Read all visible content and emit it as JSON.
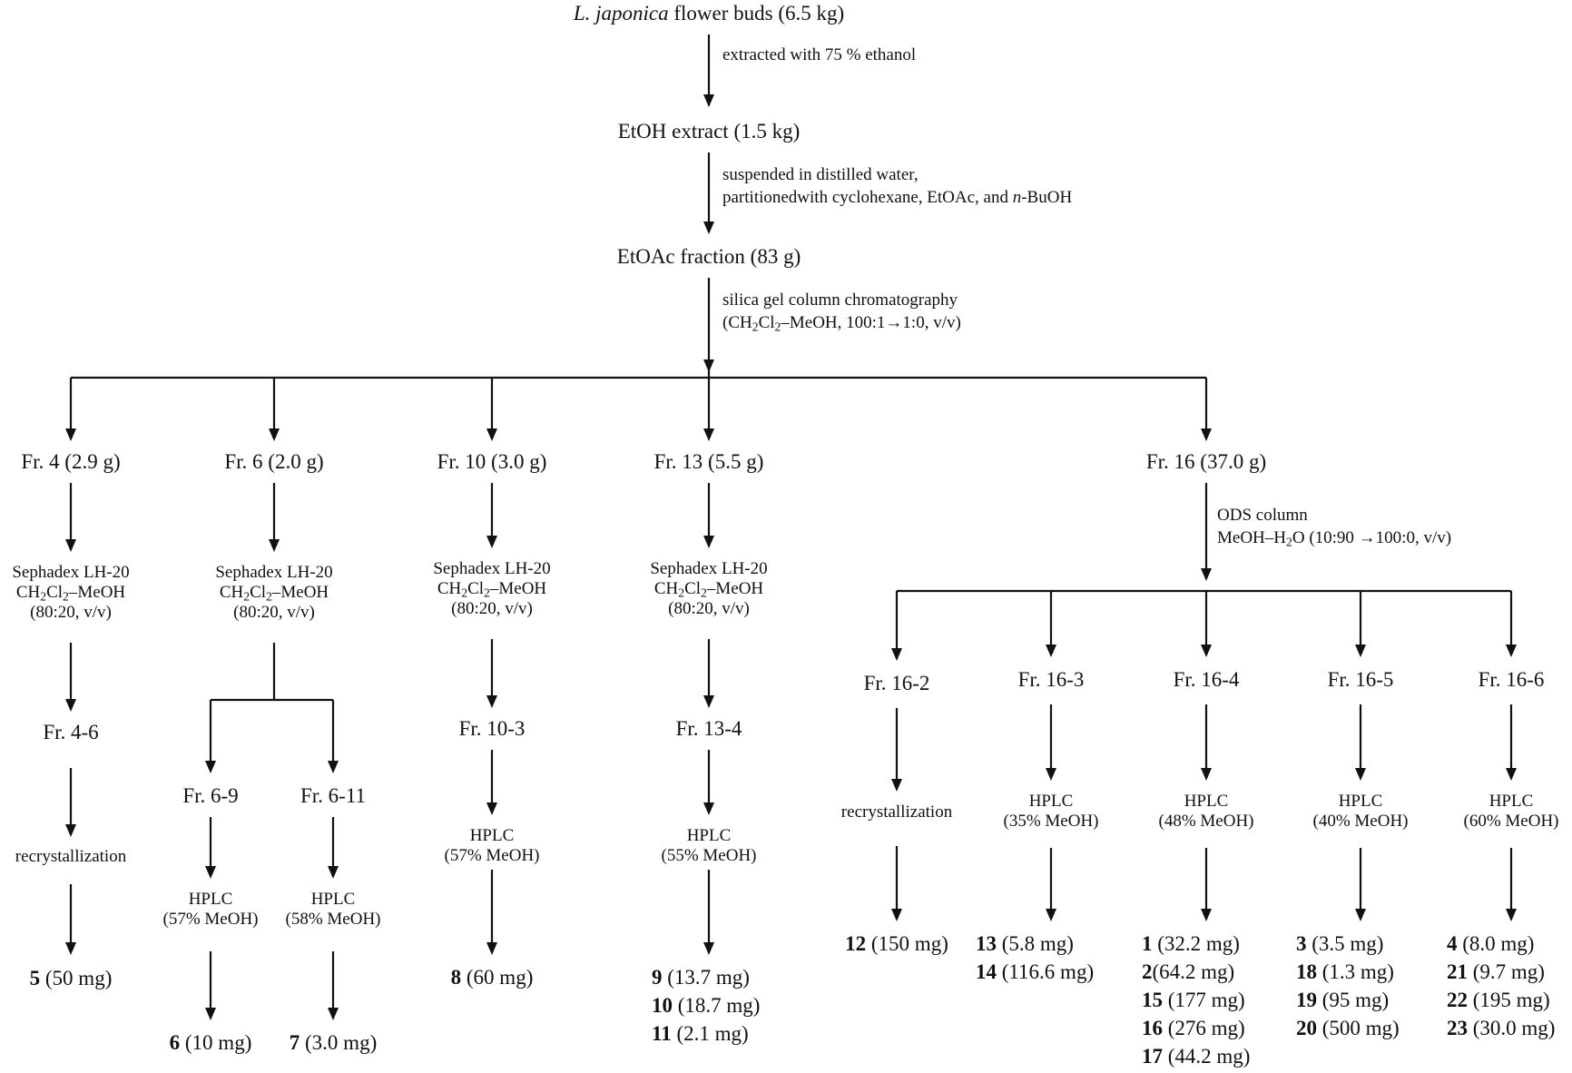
{
  "source": {
    "italic": "L. japonica",
    "rest": " flower buds (6.5 kg)"
  },
  "step1": "extracted with 75 % ethanol",
  "extract": "EtOH extract (1.5 kg)",
  "step2": {
    "line1": "suspended in distilled water,",
    "line2_pre": "partitionedwith cyclohexane, EtOAc, and ",
    "line2_italic": "n",
    "line2_post": "-BuOH"
  },
  "etoac": "EtOAc fraction (83 g)",
  "step3": {
    "line1": "silica gel column chromatography",
    "line2_a": "(CH",
    "line2_s1": "2",
    "line2_b": "Cl",
    "line2_s2": "2",
    "line2_c": "–MeOH, 100:1→1:0, v/v)"
  },
  "fractions": {
    "fr4": "Fr. 4 (2.9 g)",
    "fr6": "Fr. 6 (2.0 g)",
    "fr10": "Fr. 10 (3.0 g)",
    "fr13": "Fr. 13 (5.5 g)",
    "fr16": "Fr. 16 (37.0 g)"
  },
  "sephadex": {
    "line1": "Sephadex LH-20",
    "line2_a": "CH",
    "line2_s1": "2",
    "line2_b": "Cl",
    "line2_s2": "2",
    "line2_c": "–MeOH",
    "line3": "(80:20, v/v)"
  },
  "ods": {
    "line1": "ODS column",
    "line2_a": "MeOH–H",
    "line2_s": "2",
    "line2_b": "O (10:90 →100:0, v/v)"
  },
  "subfractions": {
    "fr4_6": "Fr. 4-6",
    "fr6_9": "Fr. 6-9",
    "fr6_11": "Fr. 6-11",
    "fr10_3": "Fr. 10-3",
    "fr13_4": "Fr. 13-4",
    "fr16_2": "Fr. 16-2",
    "fr16_3": "Fr. 16-3",
    "fr16_4": "Fr. 16-4",
    "fr16_5": "Fr. 16-5",
    "fr16_6": "Fr. 16-6"
  },
  "recryst_a": "recrystallization",
  "recryst_b": "recrystallization",
  "hplc": {
    "label": "HPLC",
    "fr6_9": "(57% MeOH)",
    "fr6_11": "(58% MeOH)",
    "fr10_3": "(57% MeOH)",
    "fr13_4": "(55% MeOH)",
    "fr16_3": "(35% MeOH)",
    "fr16_4": "(48% MeOH)",
    "fr16_5": "(40% MeOH)",
    "fr16_6": "(60% MeOH)"
  },
  "products": {
    "p5": {
      "n": "5",
      "m": " (50 mg)"
    },
    "p6": {
      "n": "6",
      "m": " (10 mg)"
    },
    "p7": {
      "n": "7",
      "m": " (3.0 mg)"
    },
    "p8": {
      "n": "8",
      "m": " (60 mg)"
    },
    "fr13_4": [
      {
        "n": "9",
        "m": " (13.7 mg)"
      },
      {
        "n": "10",
        "m": " (18.7 mg)"
      },
      {
        "n": "11",
        "m": " (2.1 mg)"
      }
    ],
    "p12": {
      "n": "12",
      "m": " (150 mg)"
    },
    "fr16_3": [
      {
        "n": "13",
        "m": " (5.8 mg)"
      },
      {
        "n": "14",
        "m": " (116.6 mg)"
      }
    ],
    "fr16_4": [
      {
        "n": "1",
        "m": " (32.2 mg)"
      },
      {
        "n": "2",
        "m": "(64.2 mg)"
      },
      {
        "n": "15",
        "m": " (177 mg)"
      },
      {
        "n": "16",
        "m": " (276 mg)"
      },
      {
        "n": "17",
        "m": " (44.2 mg)"
      }
    ],
    "fr16_5": [
      {
        "n": "3",
        "m": " (3.5 mg)"
      },
      {
        "n": "18",
        "m": " (1.3 mg)"
      },
      {
        "n": "19",
        "m": " (95 mg)"
      },
      {
        "n": "20",
        "m": " (500 mg)"
      }
    ],
    "fr16_6": [
      {
        "n": "4",
        "m": " (8.0 mg)"
      },
      {
        "n": "21",
        "m": " (9.7 mg)"
      },
      {
        "n": "22",
        "m": " (195 mg)"
      },
      {
        "n": "23",
        "m": " (30.0 mg)"
      }
    ]
  }
}
